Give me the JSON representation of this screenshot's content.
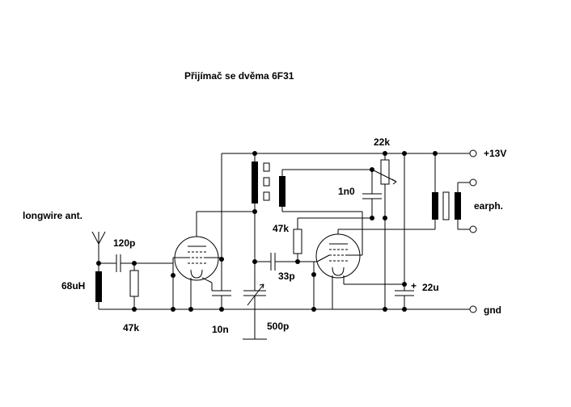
{
  "title": "Přijímač se dvěma 6F31",
  "labels": {
    "antenna": "longwire ant.",
    "inductor": "68uH",
    "c_input": "120p",
    "r_grid": "47k",
    "c_bypass": "10n",
    "c_tune": "500p",
    "c_couple": "33p",
    "r_grid2": "47k",
    "c_feedback": "1n0",
    "pot": "22k",
    "c_electrolytic": "22u",
    "plus_sign": "+",
    "supply": "+13V",
    "ground": "gnd",
    "earphone": "earph."
  }
}
